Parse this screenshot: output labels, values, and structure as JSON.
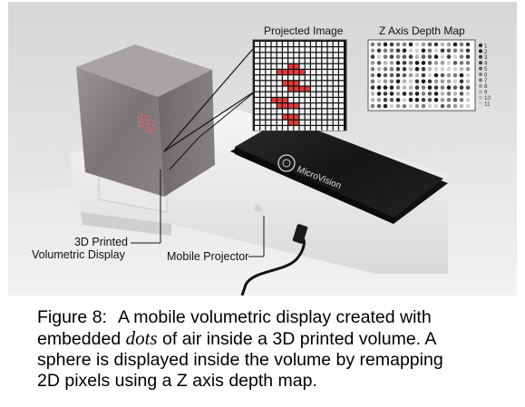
{
  "figure": {
    "inset_projected_title": "Projected Image",
    "inset_depth_title": "Z Axis Depth Map",
    "depth_legend": [
      "1",
      "2",
      "3",
      "4",
      "5",
      "6",
      "7",
      "8",
      "9",
      "10",
      "11"
    ],
    "label_display_line1": "3D Printed",
    "label_display_line2": "Volumetric Display",
    "label_projector": "Mobile Projector",
    "projector_brand": "MicroVision"
  },
  "caption": {
    "label": "Figure 8:",
    "line1": "A mobile volumetric display created with",
    "line2_pre": "embedded ",
    "line2_em": "dots",
    "line2_post": " of air inside a 3D printed volume.  A",
    "line3": "sphere is displayed inside the volume by remapping",
    "line4": "2D pixels using a Z axis depth map."
  },
  "colors": {
    "background": "#ffffff",
    "photo_wall": "#dedfe0",
    "projector_body": "#1c1c1e",
    "pixel_red": "#e83a3a"
  }
}
